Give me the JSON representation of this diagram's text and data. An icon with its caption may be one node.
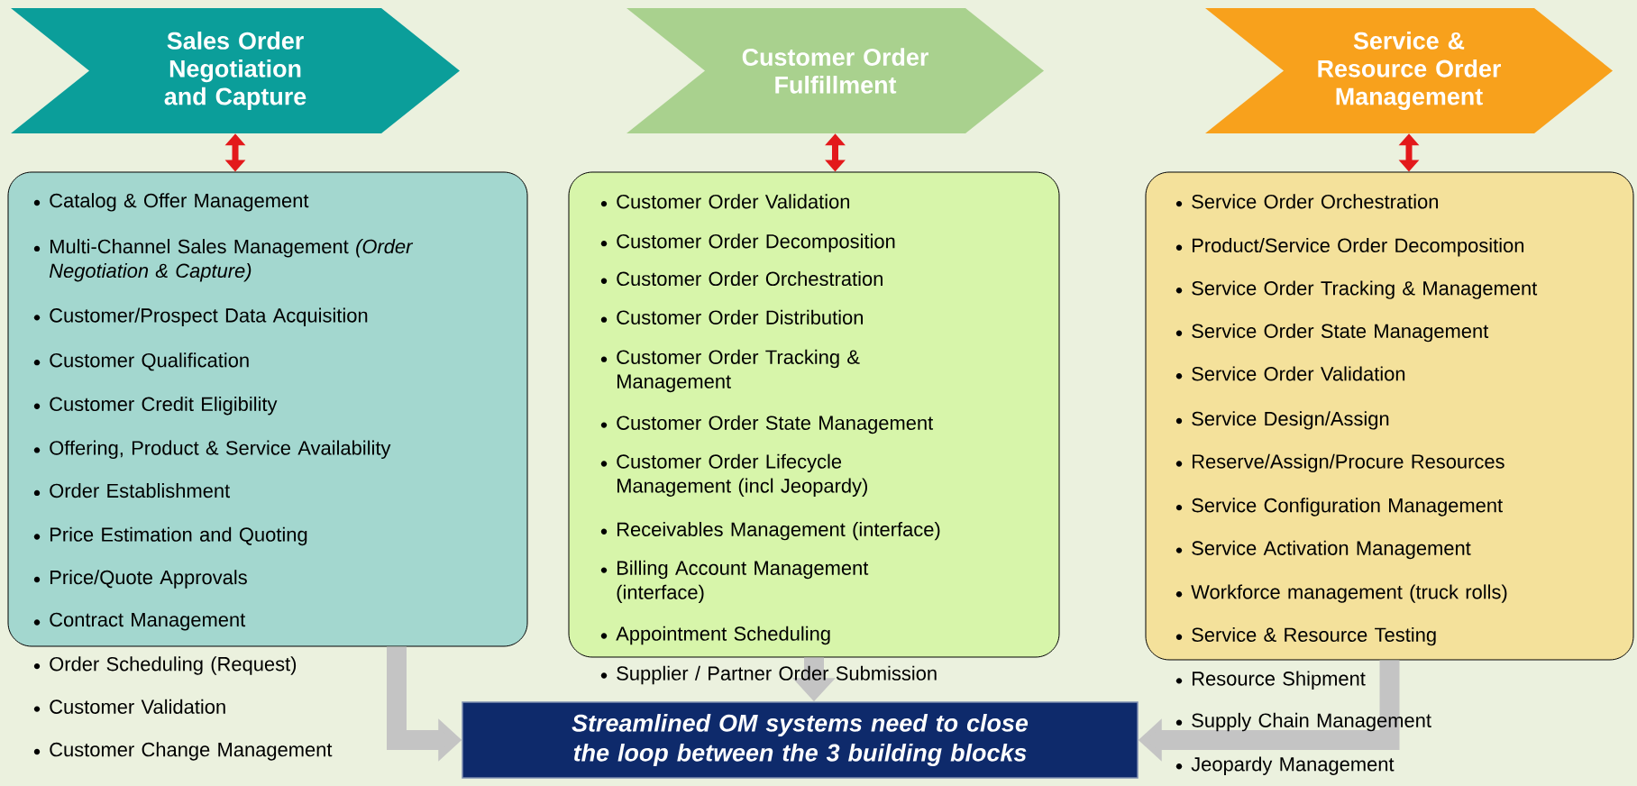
{
  "diagram": {
    "nodes": [
      {
        "text": [
          "Sales Order Negotiation and Capture"
        ]
      },
      {
        "text": [
          "Customer Order Fulfillment"
        ]
      },
      {
        "text": [
          "Service & Resource Order Management"
        ]
      },
      {
        "text": [
          "Catalog & Offer Management",
          "Multi-Channel Sales Management *(Order Negotiation & Capture)*",
          "Customer/Prospect Data Acquisition",
          "Customer Qualification",
          "Customer Credit Eligibility",
          "Offering, Product & Service Availability",
          "Order Establishment",
          "Price Estimation and Quoting",
          "Price/Quote Approvals",
          "Contract Management",
          "Order Scheduling (Request)",
          "Customer Validation",
          "Customer Change Management"
        ]
      },
      {
        "text": [
          "Customer Order Validation",
          "Customer Order Decomposition",
          "Customer Order Orchestration",
          "Customer Order Distribution",
          "Customer Order Tracking & Management",
          "Customer Order State Management",
          "Customer Order Lifecycle Management (incl Jeopardy)",
          "Receivables Management (interface)",
          "Billing Account Management (interface)",
          "Appointment Scheduling",
          "Supplier / Partner Order Submission"
        ]
      },
      {
        "text": [
          "Service Order Orchestration",
          "Product/Service Order Decomposition",
          "Service Order Tracking & Management",
          "Service Order State Management",
          "Service Order Validation",
          "Service Design/Assign",
          "Reserve/Assign/Procure Resources",
          "Service Configuration Management",
          "Service Activation Management",
          "Workforce management (truck rolls)",
          "Service & Resource Testing",
          "Resource Shipment",
          "Supply Chain Management",
          "Jeopardy Management"
        ]
      },
      {
        "text": [
          "Streamlined OM systems need to close the loop between the 3 building blocks"
        ]
      }
    ],
    "edges": [
      {
        "from": 0,
        "to": 3,
        "arrow": "both",
        "color": "#e3191b"
      },
      {
        "from": 1,
        "to": 4,
        "arrow": "both",
        "color": "#e3191b"
      },
      {
        "from": 2,
        "to": 5,
        "arrow": "both",
        "color": "#e3191b"
      },
      {
        "from": 3,
        "to": 6,
        "arrow": "to",
        "style": "thick",
        "color": "#c4c4c4"
      },
      {
        "from": 4,
        "to": 6,
        "arrow": "to",
        "style": "thick",
        "color": "#c4c4c4"
      },
      {
        "from": 5,
        "to": 6,
        "arrow": "to",
        "style": "thick",
        "color": "#c4c4c4"
      }
    ]
  }
}
